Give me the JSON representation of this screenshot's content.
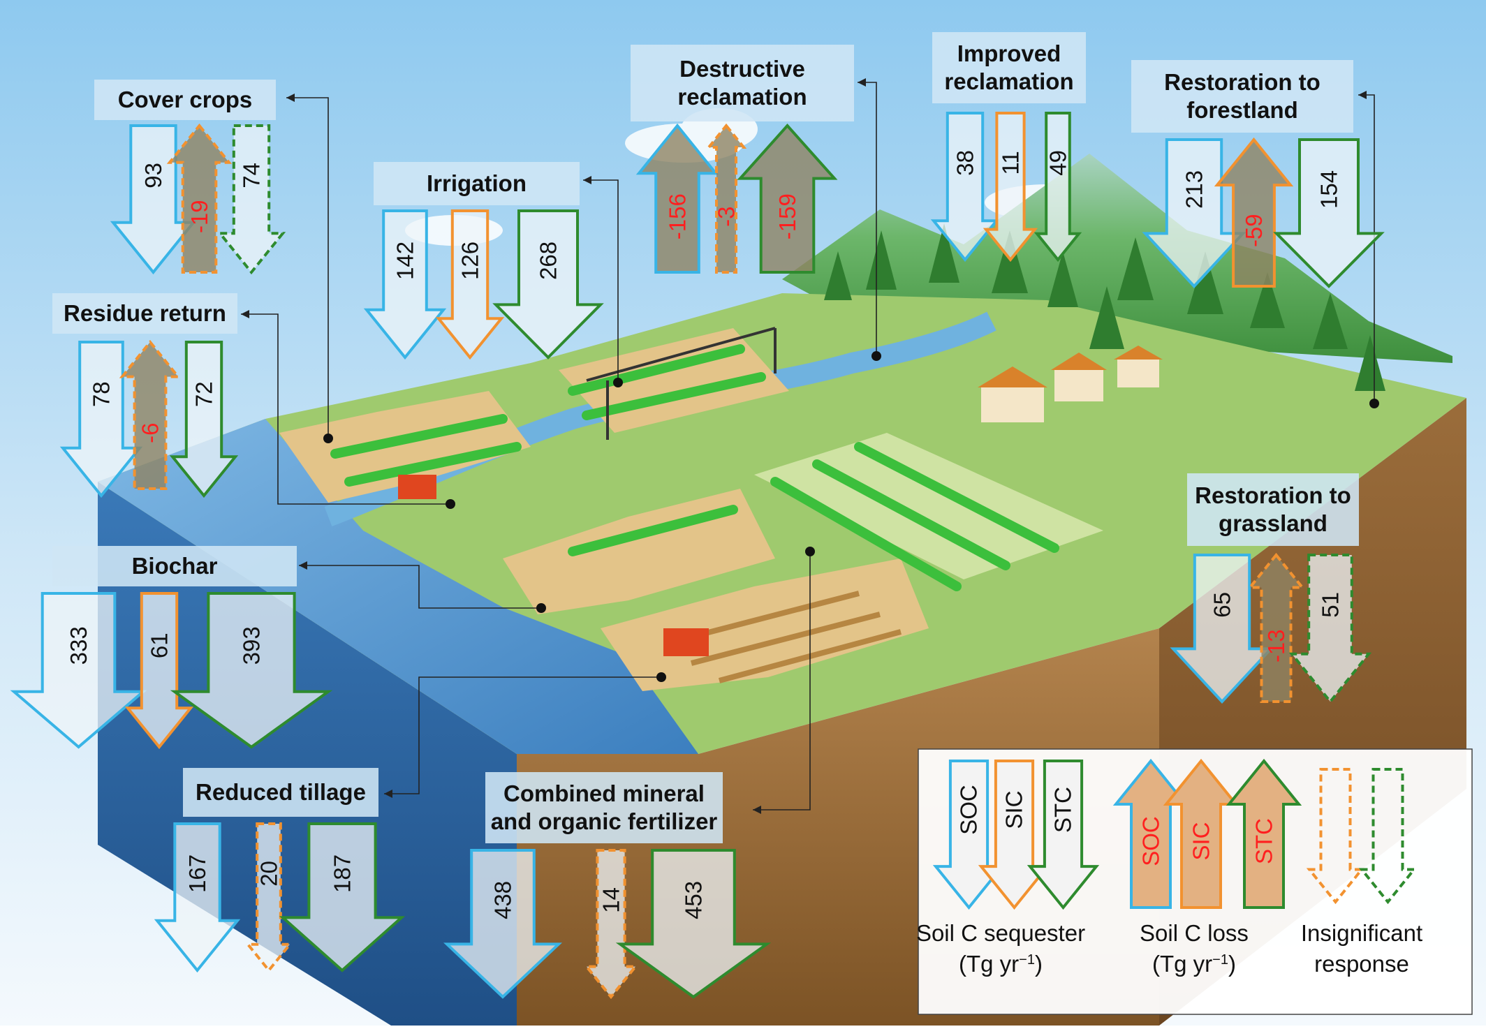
{
  "colors": {
    "soc": "#38b4e6",
    "sic": "#f29230",
    "stc": "#2e8b2e",
    "loss_text": "#ff1f1f",
    "sequester_text": "#111111",
    "label_bg": "#cfe6f5"
  },
  "practices": [
    {
      "id": "cover-crops",
      "label": [
        "Cover crops"
      ],
      "values": [
        {
          "pool": "SOC",
          "value": "93",
          "direction": "down",
          "significant": true
        },
        {
          "pool": "SIC",
          "value": "-19",
          "direction": "up",
          "significant": false
        },
        {
          "pool": "STC",
          "value": "74",
          "direction": "down",
          "significant": false
        }
      ]
    },
    {
      "id": "residue-return",
      "label": [
        "Residue return"
      ],
      "values": [
        {
          "pool": "SOC",
          "value": "78",
          "direction": "down",
          "significant": true
        },
        {
          "pool": "SIC",
          "value": "-6",
          "direction": "up",
          "significant": false
        },
        {
          "pool": "STC",
          "value": "72",
          "direction": "down",
          "significant": true
        }
      ]
    },
    {
      "id": "irrigation",
      "label": [
        "Irrigation"
      ],
      "values": [
        {
          "pool": "SOC",
          "value": "142",
          "direction": "down",
          "significant": true
        },
        {
          "pool": "SIC",
          "value": "126",
          "direction": "down",
          "significant": true
        },
        {
          "pool": "STC",
          "value": "268",
          "direction": "down",
          "significant": true
        }
      ]
    },
    {
      "id": "destructive-reclamation",
      "label": [
        "Destructive",
        "reclamation"
      ],
      "values": [
        {
          "pool": "SOC",
          "value": "-156",
          "direction": "up",
          "significant": true
        },
        {
          "pool": "SIC",
          "value": "-3",
          "direction": "up",
          "significant": false
        },
        {
          "pool": "STC",
          "value": "-159",
          "direction": "up",
          "significant": true
        }
      ]
    },
    {
      "id": "improved-reclamation",
      "label": [
        "Improved",
        "reclamation"
      ],
      "values": [
        {
          "pool": "SOC",
          "value": "38",
          "direction": "down",
          "significant": true
        },
        {
          "pool": "SIC",
          "value": "11",
          "direction": "down",
          "significant": true
        },
        {
          "pool": "STC",
          "value": "49",
          "direction": "down",
          "significant": true
        }
      ]
    },
    {
      "id": "restoration-forestland",
      "label": [
        "Restoration to",
        "forestland"
      ],
      "values": [
        {
          "pool": "SOC",
          "value": "213",
          "direction": "down",
          "significant": true
        },
        {
          "pool": "SIC",
          "value": "-59",
          "direction": "up",
          "significant": true
        },
        {
          "pool": "STC",
          "value": "154",
          "direction": "down",
          "significant": true
        }
      ]
    },
    {
      "id": "biochar",
      "label": [
        "Biochar"
      ],
      "values": [
        {
          "pool": "SOC",
          "value": "333",
          "direction": "down",
          "significant": true
        },
        {
          "pool": "SIC",
          "value": "61",
          "direction": "down",
          "significant": true
        },
        {
          "pool": "STC",
          "value": "393",
          "direction": "down",
          "significant": true
        }
      ]
    },
    {
      "id": "reduced-tillage",
      "label": [
        "Reduced tillage"
      ],
      "values": [
        {
          "pool": "SOC",
          "value": "167",
          "direction": "down",
          "significant": true
        },
        {
          "pool": "SIC",
          "value": "20",
          "direction": "down",
          "significant": false
        },
        {
          "pool": "STC",
          "value": "187",
          "direction": "down",
          "significant": true
        }
      ]
    },
    {
      "id": "combined-fertilizer",
      "label": [
        "Combined mineral",
        "and organic fertilizer"
      ],
      "values": [
        {
          "pool": "SOC",
          "value": "438",
          "direction": "down",
          "significant": true
        },
        {
          "pool": "SIC",
          "value": "14",
          "direction": "down",
          "significant": false
        },
        {
          "pool": "STC",
          "value": "453",
          "direction": "down",
          "significant": true
        }
      ]
    },
    {
      "id": "restoration-grassland",
      "label": [
        "Restoration to",
        "grassland"
      ],
      "values": [
        {
          "pool": "SOC",
          "value": "65",
          "direction": "down",
          "significant": true
        },
        {
          "pool": "SIC",
          "value": "-13",
          "direction": "up",
          "significant": false
        },
        {
          "pool": "STC",
          "value": "51",
          "direction": "down",
          "significant": false
        }
      ]
    }
  ],
  "legend": {
    "pools": [
      "SOC",
      "SIC",
      "STC"
    ],
    "sequester_caption": [
      "Soil C sequester",
      "(Tg yr",
      "−1",
      ")"
    ],
    "loss_caption": [
      "Soil C loss",
      "(Tg yr",
      "−1",
      ")"
    ],
    "insignificant_caption": [
      "Insignificant",
      "response"
    ]
  }
}
